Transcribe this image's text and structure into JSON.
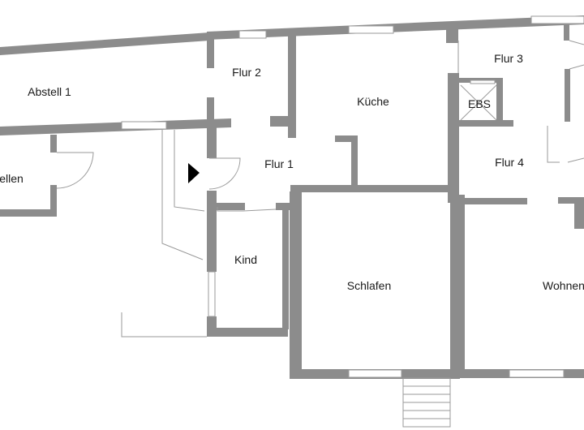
{
  "plan": {
    "rooms": [
      {
        "id": "abstell-1",
        "label": "Abstell 1"
      },
      {
        "id": "flur-2",
        "label": "Flur 2"
      },
      {
        "id": "kueche",
        "label": "Küche"
      },
      {
        "id": "flur-3",
        "label": "Flur 3"
      },
      {
        "id": "ebs",
        "label": "EBS"
      },
      {
        "id": "flur-1",
        "label": "Flur 1"
      },
      {
        "id": "flur-4",
        "label": "Flur 4"
      },
      {
        "id": "stellen",
        "label": "ellen"
      },
      {
        "id": "kind",
        "label": "Kind"
      },
      {
        "id": "schlafen",
        "label": "Schlafen"
      },
      {
        "id": "wohnen",
        "label": "Wohnen"
      }
    ],
    "colors": {
      "wall": "#8c8c8c",
      "text": "#1a1a1a"
    },
    "icons": {
      "entrance": "entrance-arrow-icon"
    }
  }
}
